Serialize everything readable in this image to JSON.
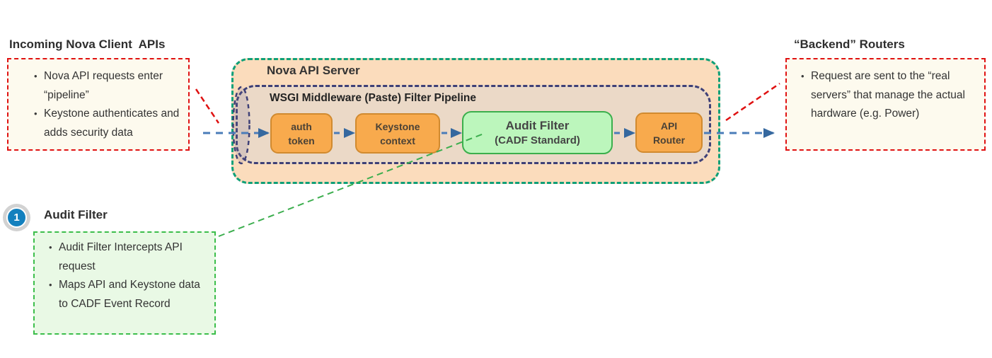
{
  "left_note": {
    "title": "Incoming Nova Client  APIs",
    "bullets": [
      "Nova API requests enter “pipeline”",
      "Keystone authenticates and adds security data"
    ]
  },
  "right_note": {
    "title": "“Backend” Routers",
    "bullets": [
      "Request are sent to the “real servers” that manage the actual hardware (e.g. Power)"
    ]
  },
  "server": {
    "title": "Nova API Server",
    "pipeline": {
      "title": "WSGI Middleware (Paste) Filter Pipeline",
      "stages": [
        {
          "id": "auth-token",
          "line1": "auth",
          "line2": "token"
        },
        {
          "id": "keystone-context",
          "line1": "Keystone",
          "line2": "context"
        },
        {
          "id": "audit-filter",
          "line1": "Audit Filter",
          "line2": "(CADF Standard)"
        },
        {
          "id": "api-router",
          "line1": "API",
          "line2": "Router"
        }
      ]
    }
  },
  "callout": {
    "step_number": "1",
    "title": "Audit Filter",
    "bullets": [
      "Audit Filter Intercepts API request",
      "Maps API and Keystone data to CADF Event Record"
    ]
  },
  "colors": {
    "note_border_red": "#E01111",
    "note_fill_cream": "#FDFAEE",
    "server_border_green": "#0FA078",
    "server_fill_peach": "#FBDCBC",
    "pipeline_border_navy": "#3E4077",
    "pipeline_fill_tan": "#EBD9C7",
    "stage_fill_orange": "#F8AA4D",
    "stage_border_orange": "#D18A2F",
    "audit_fill_green": "#BCF6BC",
    "audit_border_green": "#3BAF4C",
    "flow_arrow_blue": "#4A7CB9",
    "connector_green": "#3CAE4E",
    "step_circle_blue": "#1380BE"
  }
}
